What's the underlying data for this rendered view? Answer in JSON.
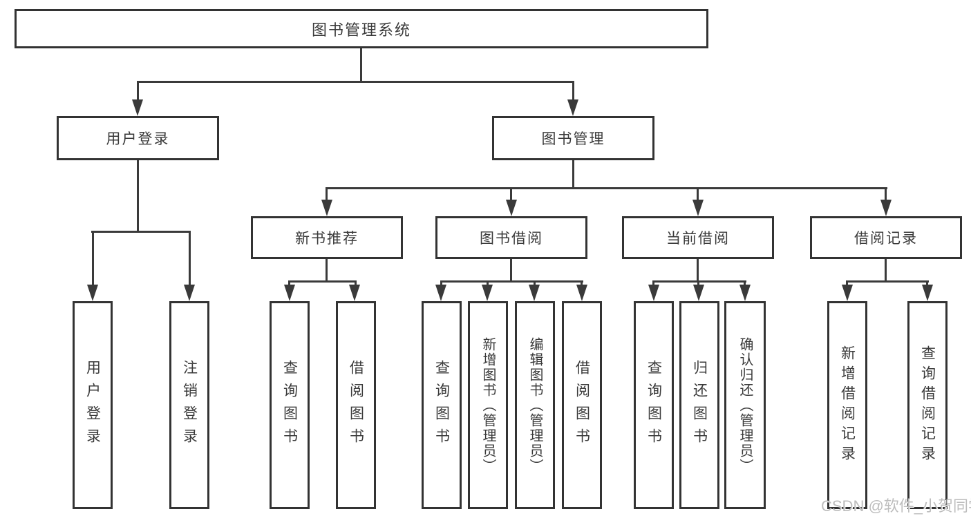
{
  "diagram": {
    "root": {
      "label": "图书管理系统"
    },
    "branches": [
      {
        "label": "用户登录",
        "children": [
          {
            "label": "用户登录"
          },
          {
            "label": "注销登录"
          }
        ]
      },
      {
        "label": "图书管理",
        "sections": [
          {
            "label": "新书推荐",
            "children": [
              {
                "label": "查询图书"
              },
              {
                "label": "借阅图书"
              }
            ]
          },
          {
            "label": "图书借阅",
            "children": [
              {
                "label": "查询图书"
              },
              {
                "label": "新增图书（管理员）"
              },
              {
                "label": "编辑图书（管理员）"
              },
              {
                "label": "借阅图书"
              }
            ]
          },
          {
            "label": "当前借阅",
            "children": [
              {
                "label": "查询图书"
              },
              {
                "label": "归还图书"
              },
              {
                "label": "确认归还（管理员）"
              }
            ]
          },
          {
            "label": "借阅记录",
            "children": [
              {
                "label": "新增借阅记录"
              },
              {
                "label": "查询借阅记录"
              }
            ]
          }
        ]
      }
    ]
  },
  "watermark": "CSDN @软件_小贺同学",
  "colors": {
    "line": "#3a3a3a",
    "box_border": "#333333",
    "text": "#3a3a3a",
    "watermark": "#bdbdbd",
    "background": "#ffffff"
  }
}
